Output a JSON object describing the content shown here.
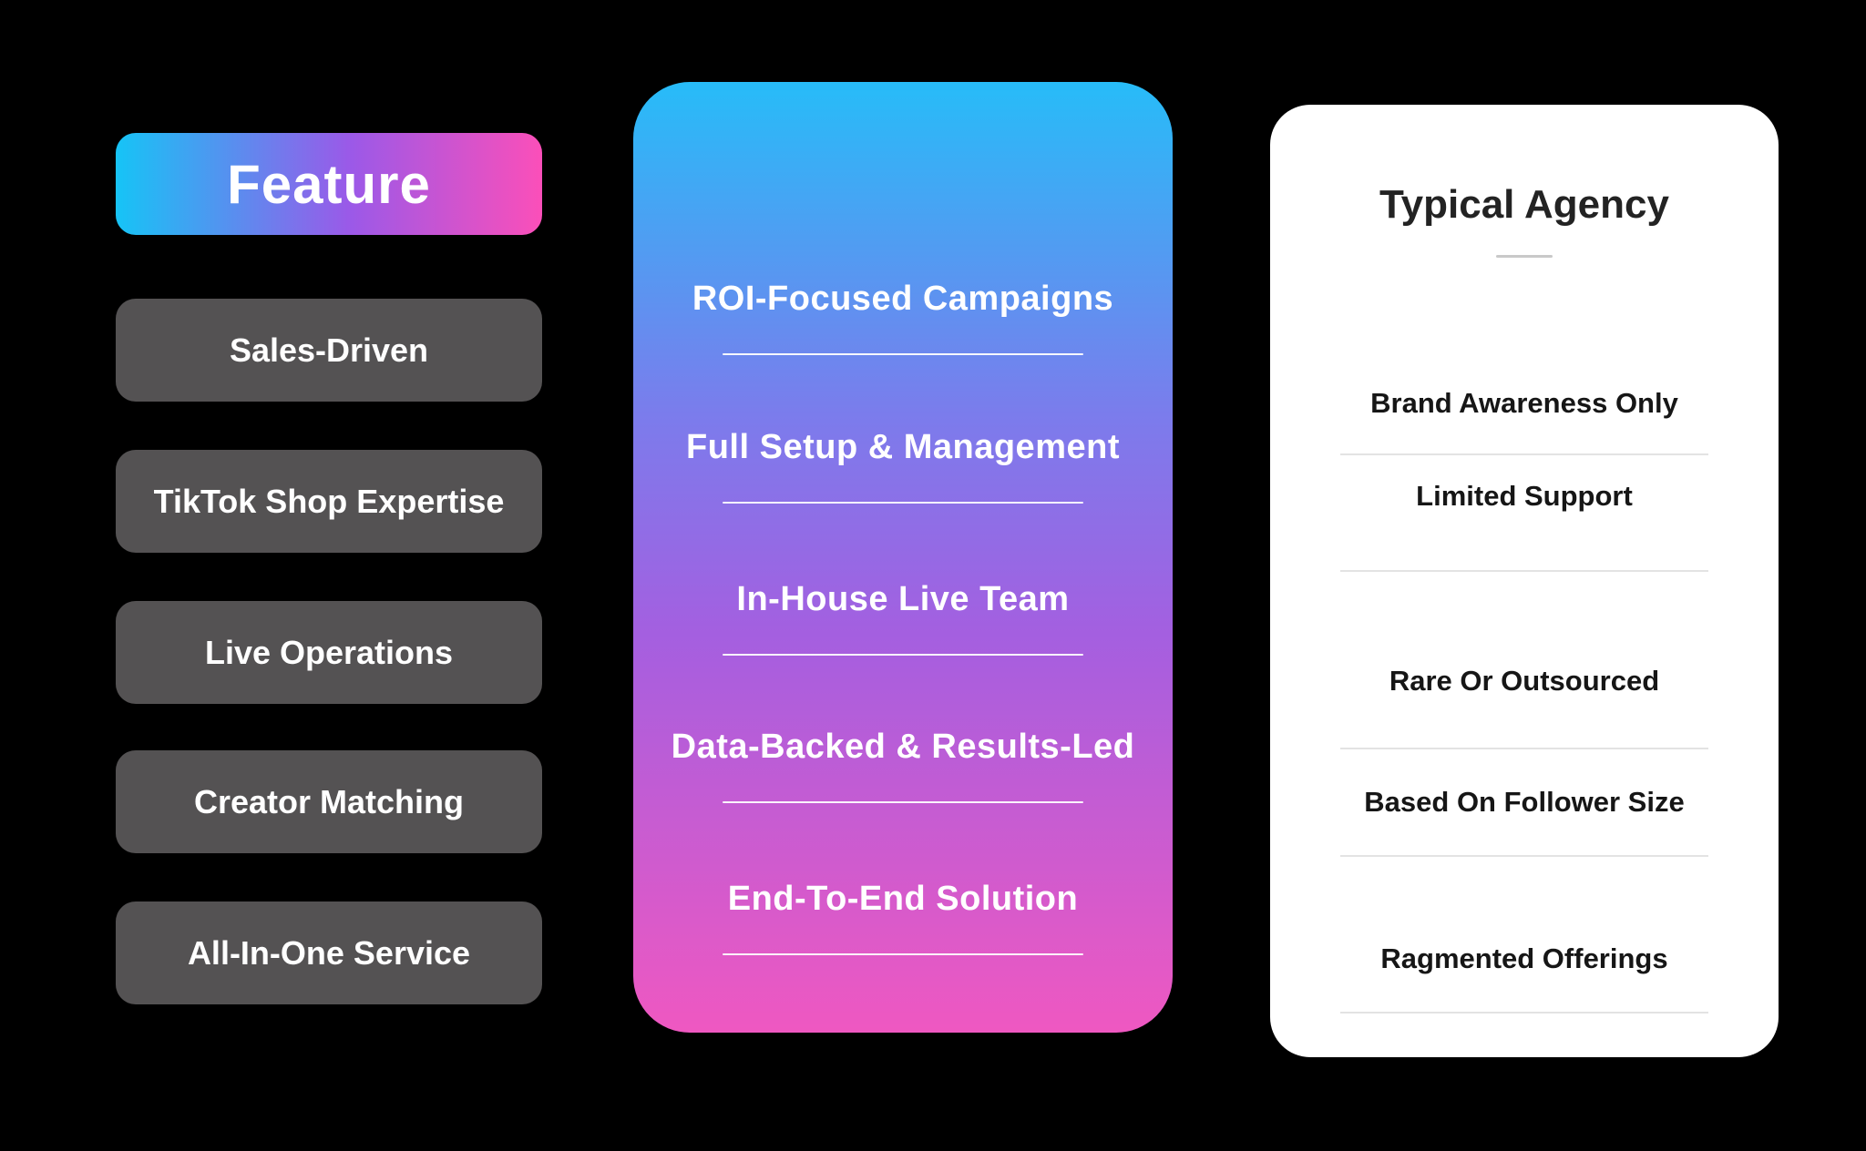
{
  "page": {
    "background_color": "#000000"
  },
  "feature_column": {
    "header": {
      "label": "Feature",
      "gradient_start": "#16C4F6",
      "gradient_end": "#FB4FB9",
      "text_color": "#FFFFFF"
    },
    "item_background": "#545253",
    "items": [
      {
        "label": "Sales-Driven"
      },
      {
        "label": "TikTok Shop Expertise"
      },
      {
        "label": "Live Operations"
      },
      {
        "label": "Creator Matching"
      },
      {
        "label": "All-In-One Service"
      }
    ]
  },
  "our_column": {
    "gradient_top": "#27BCF8",
    "gradient_middle": "#A45FE0",
    "gradient_bottom": "#EF58C1",
    "text_color": "#FFFFFF",
    "items": [
      {
        "label": "ROI-Focused Campaigns"
      },
      {
        "label": "Full Setup & Management"
      },
      {
        "label": "In-House Live Team"
      },
      {
        "label": "Data-Backed & Results-Led"
      },
      {
        "label": "End-To-End Solution"
      }
    ]
  },
  "agency_column": {
    "title": "Typical Agency",
    "card_background": "#FFFFFF",
    "text_color": "#161616",
    "divider_color": "#C9C9C9",
    "separator_color": "#E3E3E3",
    "items": [
      {
        "label": "Brand Awareness Only"
      },
      {
        "label": "Limited Support"
      },
      {
        "label": "Rare Or Outsourced"
      },
      {
        "label": "Based On Follower Size"
      },
      {
        "label": "Ragmented Offerings"
      }
    ]
  }
}
